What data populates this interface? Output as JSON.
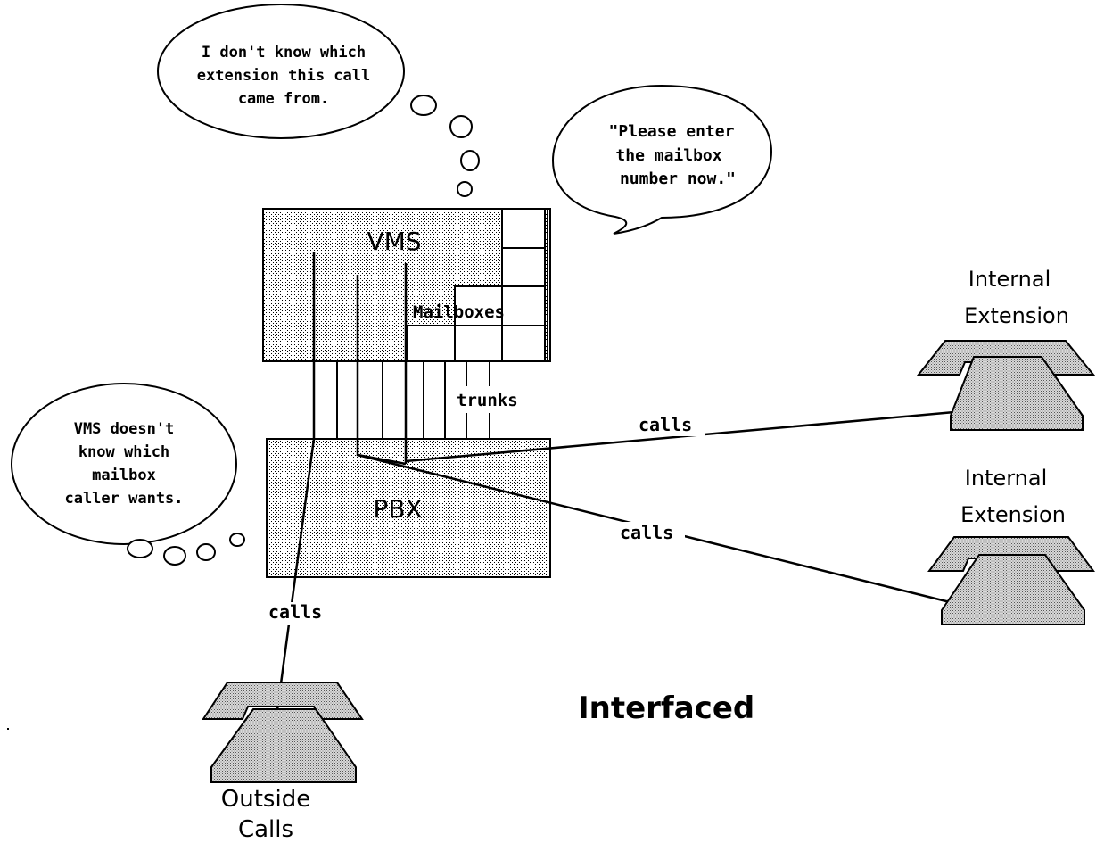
{
  "title": "Interfaced",
  "vms": {
    "label": "VMS",
    "mailboxes_label": "Mailboxes"
  },
  "pbx": {
    "label": "PBX"
  },
  "trunks_label": "trunks",
  "calls_labels": [
    "calls",
    "calls",
    "calls"
  ],
  "bubbles": {
    "vms_thought": [
      "I don't know which",
      "extension this call",
      "came from."
    ],
    "vms_speech": [
      "\"Please enter",
      "the mailbox",
      "number now.\""
    ],
    "pbx_thought": [
      "VMS doesn't",
      "know which",
      "mailbox",
      "caller wants."
    ]
  },
  "phones": {
    "internal_top": "Internal Extension",
    "internal_top_lines": [
      "Internal",
      "Extension"
    ],
    "internal_bottom_lines": [
      "Internal",
      "Extension"
    ],
    "outside_lines": [
      "Outside",
      "Calls"
    ]
  }
}
